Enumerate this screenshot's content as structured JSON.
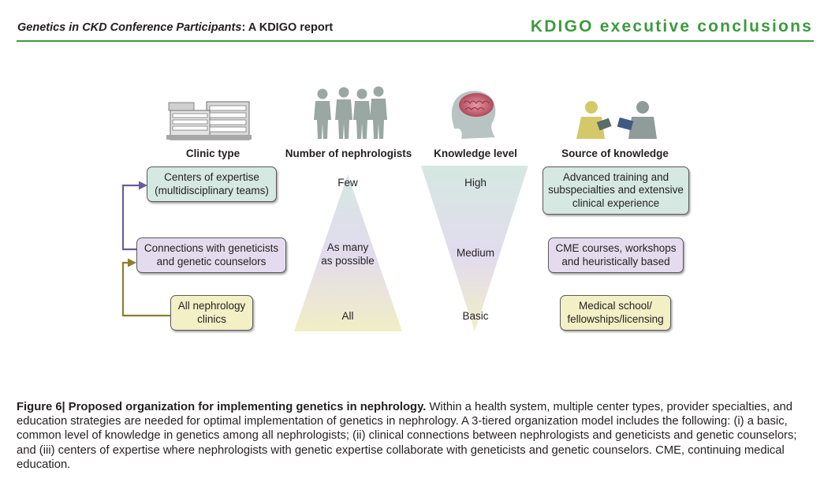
{
  "header": {
    "title_italic": "Genetics in CKD Conference Participants",
    "title_rest": ": A KDIGO report",
    "section": "KDIGO executive conclusions"
  },
  "diagram": {
    "columns": {
      "clinic_type": "Clinic type",
      "nephrologists": "Number of nephrologists",
      "knowledge": "Knowledge level",
      "source": "Source of knowledge"
    },
    "clinic_boxes": [
      "Centers of expertise\n(multidisciplinary teams)",
      "Connections with geneticists\nand genetic counselors",
      "All nephrology\nclinics"
    ],
    "nephrologist_levels": [
      "Few",
      "As many\nas possible",
      "All"
    ],
    "knowledge_levels": [
      "High",
      "Medium",
      "Basic"
    ],
    "source_boxes": [
      "Advanced training and\nsubspecialties and extensive\nclinical experience",
      "CME courses, workshops\nand heuristically based",
      "Medical school/\nfellowships/licensing"
    ],
    "colors": {
      "tier_top": "#d5e8e1",
      "tier_mid": "#e4dcee",
      "tier_base": "#f3f0c6",
      "arrow_purple": "#6b5a9c",
      "arrow_olive": "#8a7f2e",
      "brand_green": "#3d9a3f"
    }
  },
  "caption": {
    "label": "Figure 6| Proposed organization for implementing genetics in nephrology.",
    "text": " Within a health system, multiple center types, provider specialties, and education strategies are needed for optimal implementation of genetics in nephrology. A 3-tiered organization model includes the following: (i) a basic, common level of knowledge in genetics among all nephrologists; (ii) clinical connections between nephrologists and geneticists and genetic counselors; and (iii) centers of expertise where nephrologists with genetic expertise collaborate with geneticists and genetic counselors. CME, continuing medical education."
  }
}
